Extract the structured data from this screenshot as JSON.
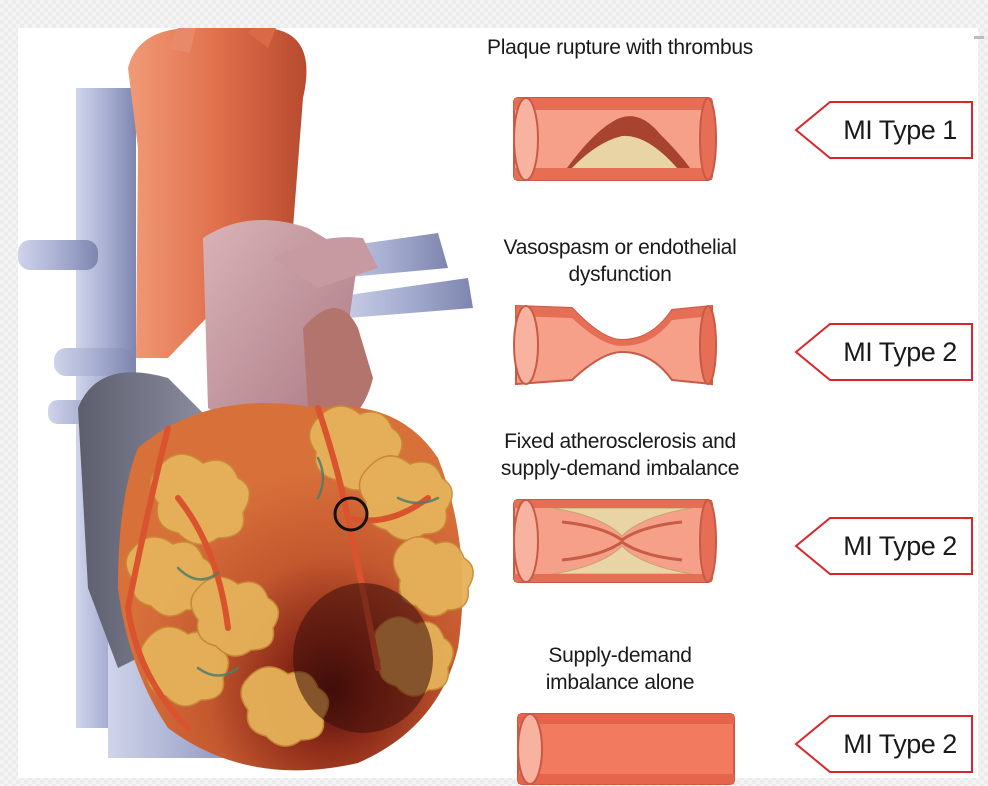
{
  "rows": [
    {
      "caption_lines": [
        "Plaque rupture with thrombus"
      ],
      "label": "MI Type 1",
      "vessel": "plaque-rupture"
    },
    {
      "caption_lines": [
        "Vasospasm or endothelial",
        "dysfunction"
      ],
      "label": "MI Type 2",
      "vessel": "vasospasm"
    },
    {
      "caption_lines": [
        "Fixed atherosclerosis and",
        "supply-demand imbalance"
      ],
      "label": "MI Type 2",
      "vessel": "fixed-atherosclerosis"
    },
    {
      "caption_lines": [
        "Supply-demand",
        "imbalance alone"
      ],
      "label": "MI Type 2",
      "vessel": "normal"
    }
  ],
  "colors": {
    "label_border": "#d9262b",
    "vessel_wall": "#e8705a",
    "vessel_lumen": "#f6a08a",
    "plaque": "#e9d4a6",
    "thrombus": "#a8432f",
    "heart_muscle": "#c85a33",
    "fat": "#e2b053",
    "aorta": "#e06a4a",
    "vein": "#9aa3c8"
  },
  "icons": {
    "heart": "heart-illustration-icon",
    "marker": "circle-marker-icon"
  }
}
